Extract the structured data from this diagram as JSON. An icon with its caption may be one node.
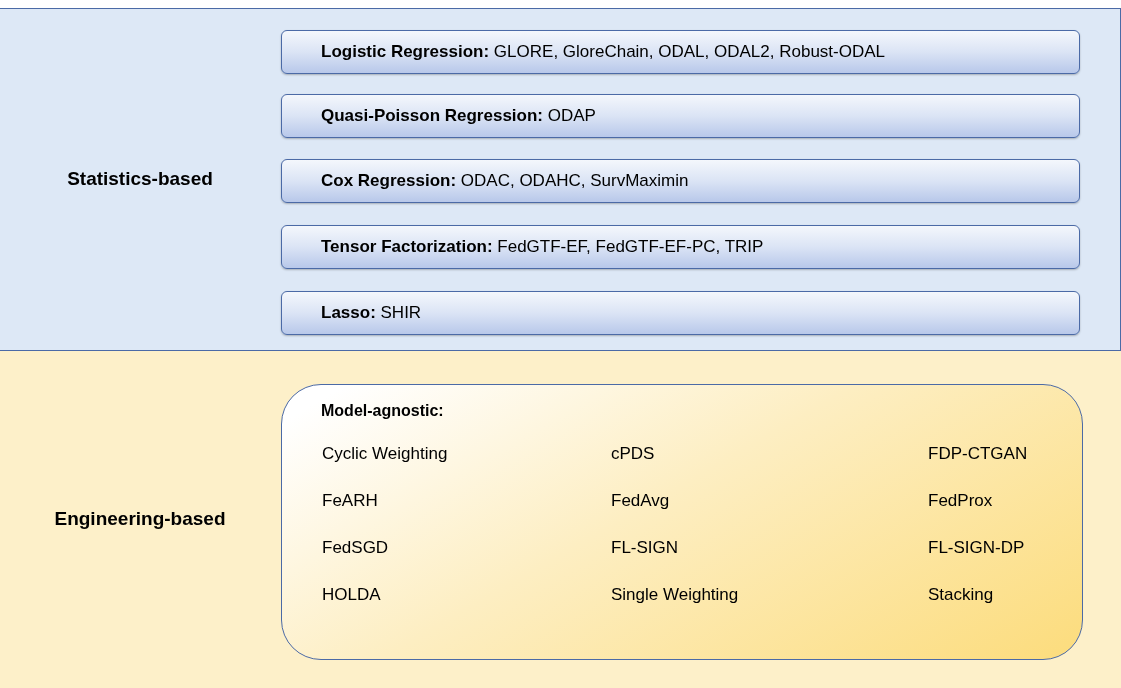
{
  "diagram": {
    "nodes": [
      {
        "text": [
          "Statistics-based"
        ]
      },
      {
        "text": [
          "**Logistic Regression:** GLORE, GloreChain, ODAL, ODAL2, Robust-ODAL"
        ],
        "in": 0
      },
      {
        "text": [
          "**Quasi-Poisson Regression:** ODAP"
        ],
        "in": 0
      },
      {
        "text": [
          "**Cox Regression:** ODAC, ODAHC, SurvMaximin"
        ],
        "in": 0
      },
      {
        "text": [
          "**Tensor Factorization:** FedGTF-EF, FedGTF-EF-PC, TRIP"
        ],
        "in": 0
      },
      {
        "text": [
          "**Lasso:** SHIR"
        ],
        "in": 0
      },
      {
        "text": [
          "Engineering-based"
        ]
      },
      {
        "text": [
          "Model-agnostic:",
          "Cyclic Weighting",
          "cPDS",
          "FDP-CTGAN",
          "FeARH",
          "FedAvg",
          "FedProx",
          "FedSGD",
          "FL-SIGN",
          "FL-SIGN-DP",
          "HOLDA",
          "Single Weighting",
          "Stacking"
        ],
        "in": 6
      }
    ]
  }
}
